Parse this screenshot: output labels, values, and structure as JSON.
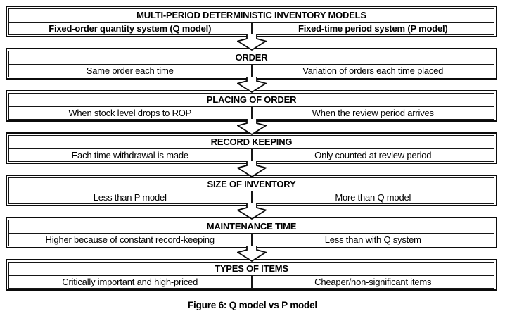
{
  "diagram": {
    "caption": "Figure 6: Q model vs P model",
    "columns": {
      "left_model": "Q model",
      "right_model": "P model"
    },
    "sections": [
      {
        "header": "MULTI-PERIOD DETERMINISTIC INVENTORY MODELS",
        "left": "Fixed-order quantity system (Q model)",
        "right": "Fixed-time period system (P model)"
      },
      {
        "header": "ORDER",
        "left": "Same order each time",
        "right": "Variation of orders each time placed"
      },
      {
        "header": "PLACING OF ORDER",
        "left": "When stock level drops to ROP",
        "right": "When the review period arrives"
      },
      {
        "header": "RECORD KEEPING",
        "left": "Each time withdrawal is made",
        "right": "Only counted at review period"
      },
      {
        "header": "SIZE OF INVENTORY",
        "left": "Less than P model",
        "right": "More than Q model"
      },
      {
        "header": "MAINTENANCE TIME",
        "left": "Higher because of constant record-keeping",
        "right": "Less than with Q system"
      },
      {
        "header": "TYPES OF ITEMS",
        "left": "Critically important and high-priced",
        "right": "Cheaper/non-significant items"
      }
    ],
    "icons": {
      "connector": "down-arrow"
    },
    "colors": {
      "border": "#0b0b0b",
      "background": "#ffffff",
      "text": "#000000",
      "arrow_fill": "#ffffff"
    }
  }
}
